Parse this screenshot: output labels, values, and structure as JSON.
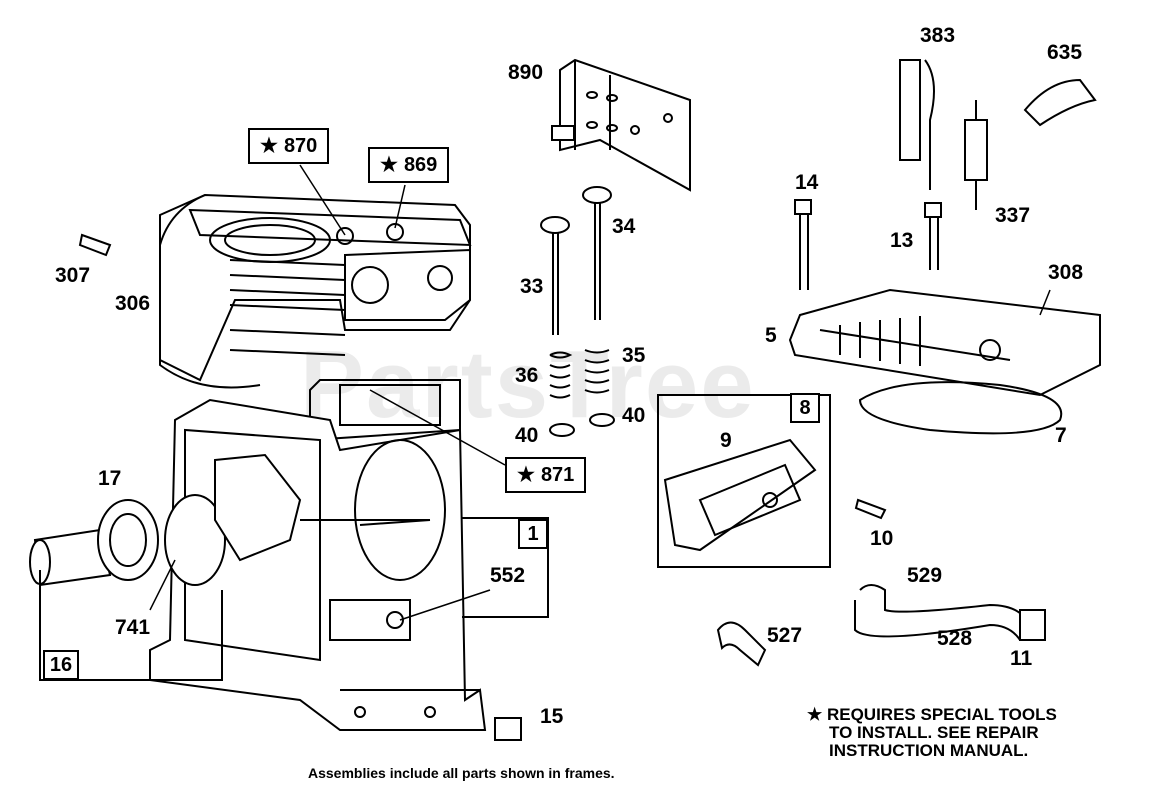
{
  "watermark": "PartsTree",
  "callouts": {
    "c890": "890",
    "c383": "383",
    "c635": "635",
    "c870": "870",
    "c869": "869",
    "c871": "871",
    "c34": "34",
    "c33": "33",
    "c14": "14",
    "c13": "13",
    "c337": "337",
    "c307": "307",
    "c306": "306",
    "c308": "308",
    "c5": "5",
    "c35": "35",
    "c36": "36",
    "c40a": "40",
    "c40b": "40",
    "c8": "8",
    "c9": "9",
    "c7": "7",
    "c17": "17",
    "c1": "1",
    "c552": "552",
    "c10": "10",
    "c529": "529",
    "c741": "741",
    "c527": "527",
    "c528": "528",
    "c11": "11",
    "c16": "16",
    "c15": "15"
  },
  "star_symbol": "★",
  "note_lines": [
    "★ REQUIRES SPECIAL TOOLS",
    "TO INSTALL.  SEE REPAIR",
    "INSTRUCTION MANUAL."
  ],
  "footer": "Assemblies include all parts shown in frames."
}
